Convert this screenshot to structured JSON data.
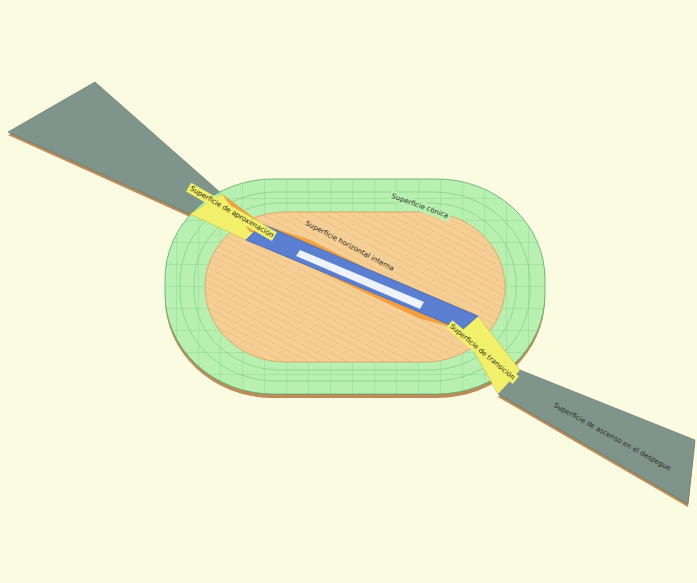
{
  "diagram": {
    "nodes": [
      {
        "text": [
          "Superficie cónica"
        ]
      },
      {
        "text": [
          "Superficie horizontal interna"
        ]
      },
      {
        "text": [
          "Superficie de aproximación"
        ]
      },
      {
        "text": [
          "Superficie de transición"
        ]
      },
      {
        "text": [
          "Superficie de ascenso en el despegue"
        ]
      }
    ]
  }
}
